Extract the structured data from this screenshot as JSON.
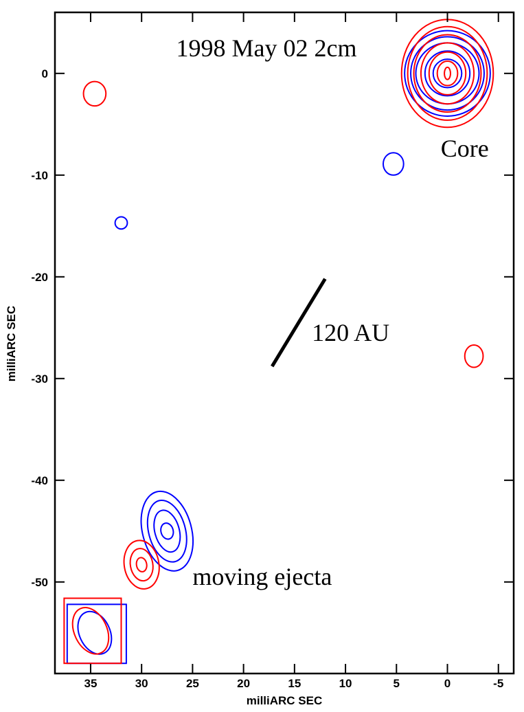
{
  "chart_data": {
    "type": "contour",
    "title": "1998 May 02   2cm",
    "xlabel": "milliARC SEC",
    "ylabel": "milliARC SEC",
    "xlim": [
      38.5,
      -6.5
    ],
    "ylim": [
      -59,
      6
    ],
    "x_ticks": [
      35,
      30,
      25,
      20,
      15,
      10,
      5,
      0,
      -5
    ],
    "y_ticks": [
      0,
      -10,
      -20,
      -30,
      -40,
      -50
    ],
    "grid": false,
    "colors": {
      "first_epoch": "#0000ff",
      "second_epoch": "#ff0000",
      "annotation": "#000000"
    },
    "annotations": [
      {
        "text": "Core",
        "x": -1.7,
        "y": -8.2
      },
      {
        "text": "120 AU",
        "x": 13.3,
        "y": -26.3
      },
      {
        "text": "moving ejecta",
        "x": 25.0,
        "y": -50.3
      }
    ],
    "scale_bar": {
      "x1": 17.2,
      "y1": -28.8,
      "x2": 12.0,
      "y2": -20.2
    },
    "series": [
      {
        "color": "#0000ff",
        "components": [
          {
            "x": 0.0,
            "y": 0.0,
            "levels": [
              [
                4.2,
                4.2,
                0
              ],
              [
                3.6,
                3.6,
                0
              ],
              [
                3.1,
                3.0,
                0
              ],
              [
                2.2,
                2.2,
                0
              ],
              [
                1.4,
                1.4,
                0
              ]
            ]
          },
          {
            "x": 5.3,
            "y": -8.9,
            "levels": [
              [
                1.0,
                1.1,
                0
              ]
            ]
          },
          {
            "x": 32.0,
            "y": -14.7,
            "levels": [
              [
                0.6,
                0.6,
                0
              ]
            ]
          },
          {
            "x": 27.5,
            "y": -45.0,
            "levels": [
              [
                2.4,
                4.0,
                -15
              ],
              [
                1.8,
                3.1,
                -15
              ],
              [
                1.2,
                2.1,
                -15
              ],
              [
                0.6,
                0.8,
                -15
              ]
            ]
          },
          {
            "x": 34.6,
            "y": -55.0,
            "levels": [
              [
                1.5,
                2.2,
                -25
              ]
            ]
          }
        ]
      },
      {
        "color": "#ff0000",
        "components": [
          {
            "x": 0.0,
            "y": 0.0,
            "levels": [
              [
                4.5,
                5.3,
                0
              ],
              [
                3.9,
                4.6,
                0
              ],
              [
                3.3,
                3.8,
                0
              ],
              [
                2.6,
                3.0,
                0
              ],
              [
                1.8,
                2.1,
                0
              ],
              [
                1.0,
                1.2,
                0
              ],
              [
                0.3,
                0.6,
                0
              ]
            ]
          },
          {
            "x": 34.6,
            "y": -2.0,
            "levels": [
              [
                1.1,
                1.2,
                0
              ]
            ]
          },
          {
            "x": -2.6,
            "y": -27.8,
            "levels": [
              [
                0.9,
                1.1,
                0
              ]
            ]
          },
          {
            "x": 30.0,
            "y": -48.3,
            "levels": [
              [
                1.7,
                2.4,
                -10
              ],
              [
                1.1,
                1.6,
                -10
              ],
              [
                0.5,
                0.7,
                -10
              ]
            ]
          },
          {
            "x": 35.0,
            "y": -54.8,
            "levels": [
              [
                1.6,
                2.4,
                -25
              ]
            ]
          }
        ]
      }
    ],
    "beams": [
      {
        "color": "#0000ff",
        "x": [
          31.5,
          37.3
        ],
        "y": [
          -52.2,
          -58.0
        ]
      },
      {
        "color": "#ff0000",
        "x": [
          32.0,
          37.6
        ],
        "y": [
          -51.6,
          -58.0
        ]
      }
    ]
  }
}
